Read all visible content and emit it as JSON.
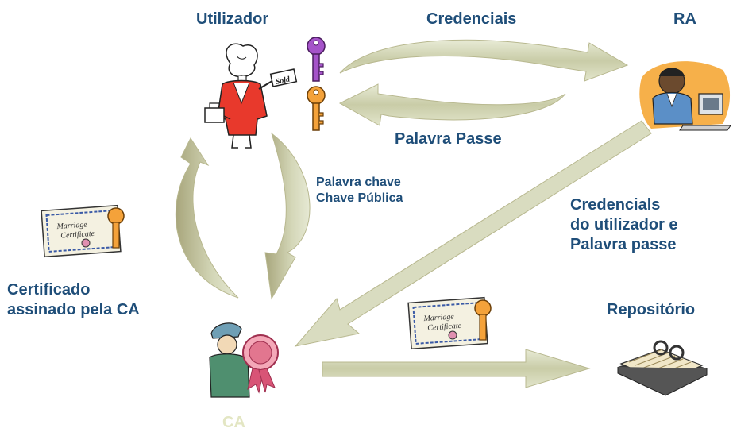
{
  "colors": {
    "label": "#1f4e79",
    "ca_label": "#e3e6c3",
    "arrow_fill": "#d7dcbf",
    "arrow_shade": "#b4b48a"
  },
  "labels": {
    "utilizador": "Utilizador",
    "credenciais": "Credenciais",
    "ra": "RA",
    "palavra_passe": "Palavra Passe",
    "palavra_chave_line1": "Palavra chave",
    "palavra_chave_line2": "Chave Pública",
    "credencials_line1": "Credencials",
    "credencials_line2": "do utilizador e",
    "credencials_line3": "Palavra passe",
    "certificado_line1": "Certificado",
    "certificado_line2": "assinado pela CA",
    "repositorio": "Repositório",
    "ca": "CA"
  },
  "icons": {
    "user": "businesswoman-icon",
    "keys": [
      "purple-key-icon",
      "orange-key-icon"
    ],
    "ra": "man-at-computer-icon",
    "certificate": "certificate-with-key-icon",
    "ca": "official-with-seal-icon",
    "repository": "rolodex-icon"
  },
  "sign_text": "Sold",
  "certificate_text": "Marriage Certificate"
}
